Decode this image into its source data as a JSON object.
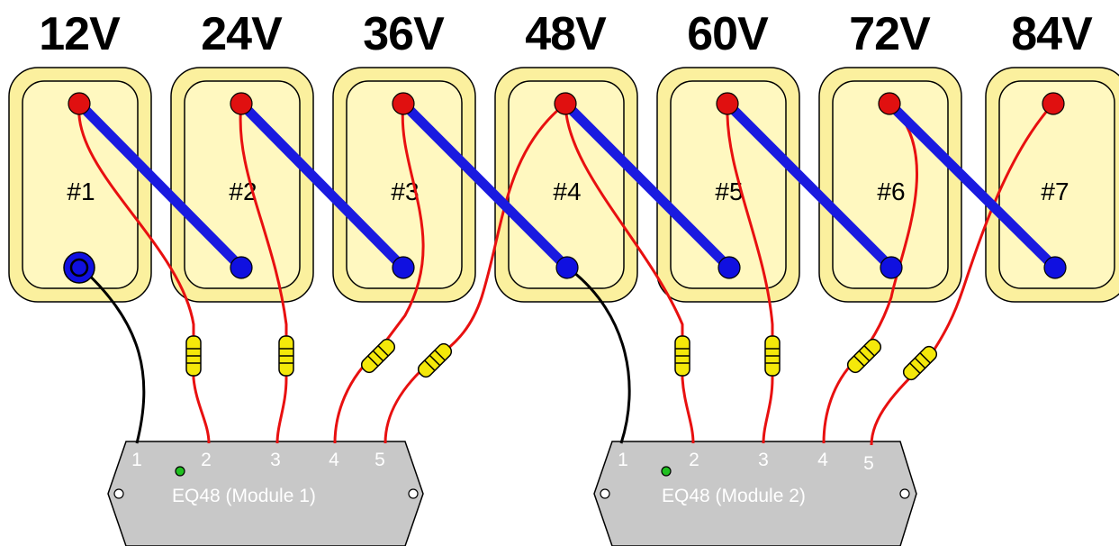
{
  "batteries": [
    {
      "voltage": "12V",
      "label": "#1"
    },
    {
      "voltage": "24V",
      "label": "#2"
    },
    {
      "voltage": "36V",
      "label": "#3"
    },
    {
      "voltage": "48V",
      "label": "#4"
    },
    {
      "voltage": "60V",
      "label": "#5"
    },
    {
      "voltage": "72V",
      "label": "#6"
    },
    {
      "voltage": "84V",
      "label": "#7"
    }
  ],
  "modules": [
    {
      "name": "EQ48 (Module 1)",
      "pins": [
        "1",
        "2",
        "3",
        "4",
        "5"
      ]
    },
    {
      "name": "EQ48 (Module 2)",
      "pins": [
        "1",
        "2",
        "3",
        "4",
        "5"
      ]
    }
  ],
  "colors": {
    "battery_fill": "#fff8c0",
    "battery_outer": "#fbf09e",
    "positive_terminal": "#e01010",
    "negative_terminal": "#1010e0",
    "series_strap": "#1a1ae0",
    "sense_wire": "#e81010",
    "ground_wire": "#000000",
    "fuse": "#f4e80a",
    "module_body": "#c8c8c8",
    "status_led": "#20c020"
  }
}
